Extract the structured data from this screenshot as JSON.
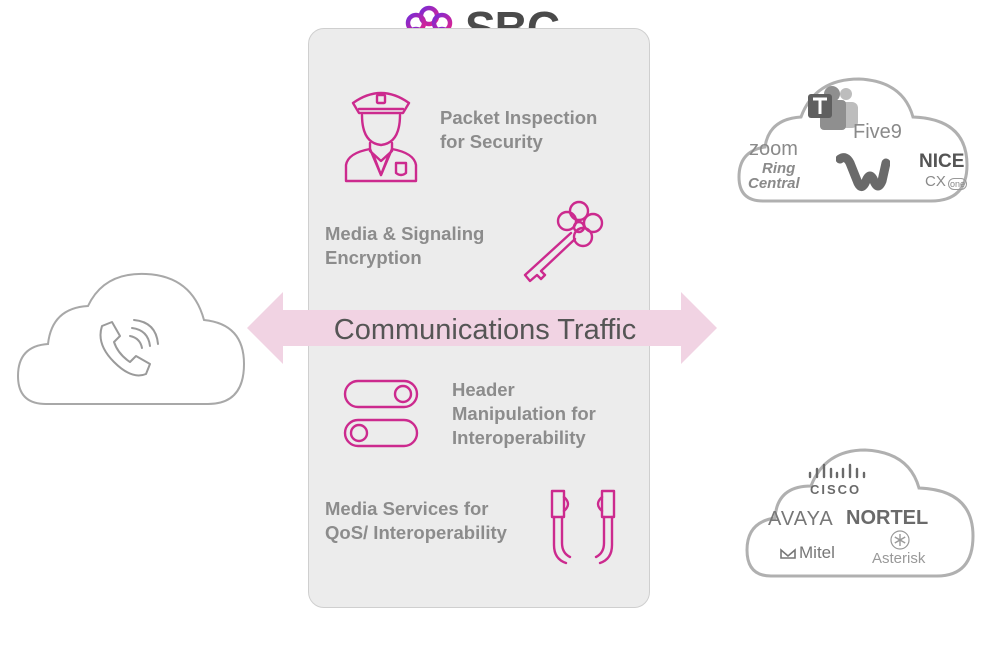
{
  "title": "SBC",
  "features": {
    "security": "Packet Inspection\nfor Security",
    "encryption": "Media & Signaling\nEncryption",
    "header": "Header\nManipulation for\nInteroperability",
    "media": "Media Services for\nQoS/ Interoperability"
  },
  "traffic_label": "Communications Traffic",
  "cloud_top": {
    "vendors": [
      "zoom",
      "Five9",
      "Ring",
      "Central",
      "NICE",
      "CX",
      "one"
    ]
  },
  "cloud_bottom": {
    "vendors": [
      "cisco",
      "AVAYA",
      "NORTEL",
      "Mitel",
      "Asterisk"
    ]
  },
  "colors": {
    "accent": "#cc2a8e",
    "arrow": "#f1d3e3",
    "panel": "#ececec",
    "text_gray": "#8c8c8c"
  },
  "icons": {
    "logo": "sbc-ring-logo",
    "security": "police-officer-icon",
    "encryption": "key-icon",
    "header": "toggle-switches-icon",
    "media": "earphones-icon",
    "left_cloud": "phone-signal-icon"
  }
}
